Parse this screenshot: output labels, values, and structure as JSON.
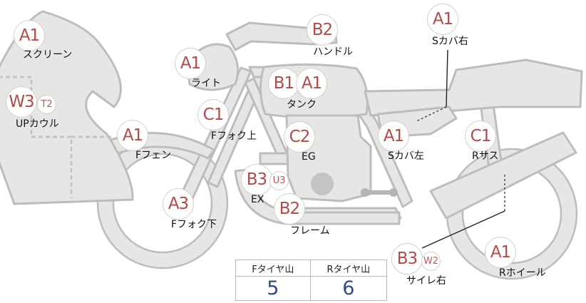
{
  "parts": [
    {
      "id": "screen",
      "name": "スクリーン",
      "grades": [
        "A1"
      ]
    },
    {
      "id": "light",
      "name": "ライト",
      "grades": [
        "A1"
      ]
    },
    {
      "id": "handle",
      "name": "ハンドル",
      "grades": [
        "B2"
      ]
    },
    {
      "id": "tank",
      "name": "タンク",
      "grades": [
        "B1",
        "A1"
      ]
    },
    {
      "id": "scover-r",
      "name": "Sカバ右",
      "grades": [
        "A1"
      ]
    },
    {
      "id": "up-cowl",
      "name": "UPカウル",
      "grades": [
        "W3",
        "T2"
      ]
    },
    {
      "id": "ffork-top",
      "name": "Fフォク上",
      "grades": [
        "C1"
      ]
    },
    {
      "id": "eg",
      "name": "EG",
      "grades": [
        "C2"
      ]
    },
    {
      "id": "scover-l",
      "name": "Sカバ左",
      "grades": [
        "A1"
      ]
    },
    {
      "id": "rsus",
      "name": "Rサス",
      "grades": [
        "C1"
      ]
    },
    {
      "id": "ffender",
      "name": "Fフェン",
      "grades": [
        "A1"
      ]
    },
    {
      "id": "ex",
      "name": "EX",
      "grades": [
        "B3",
        "U3"
      ]
    },
    {
      "id": "ffork-bot",
      "name": "Fフォク下",
      "grades": [
        "A3"
      ]
    },
    {
      "id": "frame",
      "name": "フレーム",
      "grades": [
        "B2"
      ]
    },
    {
      "id": "silencer-r",
      "name": "サイレ右",
      "grades": [
        "B3",
        "W2"
      ]
    },
    {
      "id": "rwheel",
      "name": "Rホイール",
      "grades": [
        "A1"
      ]
    }
  ],
  "tread": {
    "headers": [
      "Fタイヤ山",
      "Rタイヤ山"
    ],
    "values": [
      5,
      6
    ]
  },
  "colors": {
    "grade": "#b24a4a",
    "tread_value": "#2f4a86",
    "body": "#e6e6e4",
    "outline": "#bdbdbb"
  }
}
